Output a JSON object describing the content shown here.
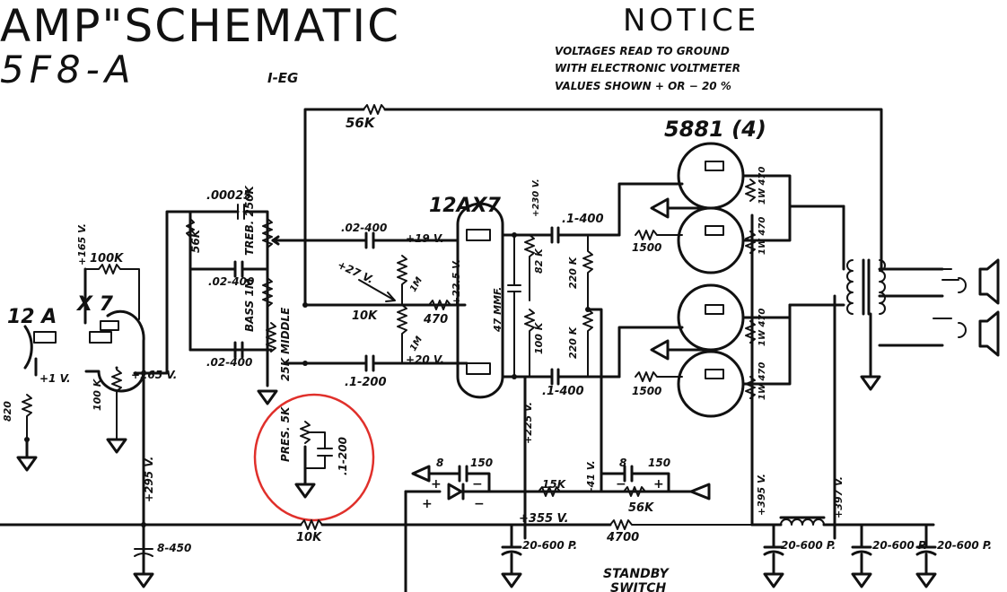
{
  "title": {
    "line1": "AMP\"SCHEMATIC",
    "line2": "5F8-A",
    "code": "I-EG"
  },
  "notice": {
    "heading": "NOTICE",
    "lines": [
      "VOLTAGES READ TO GROUND",
      "WITH ELECTRONIC VOLTMETER",
      "VALUES SHOWN + OR − 20 %"
    ]
  },
  "tubes": {
    "preamp": "12AX7",
    "phase_inverter": "12AX7",
    "power": "5881 (4)"
  },
  "labels": {
    "r_feedback": "56K",
    "c_treble": ".00025",
    "r_56k_tone": "56K",
    "pot_treble": "TREB. 250K",
    "c_02_400_mid": ".02-400",
    "pot_bass": "BASS 1M",
    "c_02_400_low": ".02-400",
    "pot_middle": "25K MIDDLE",
    "c_02_400_top": ".02-400",
    "v_19": "+19 V.",
    "v_27": "+27 V.",
    "r_10k_mid": "10K",
    "r_470": "470",
    "r_1m_a": "1M",
    "r_1m_b": "1M",
    "v_225": "+22.5 V.",
    "c_47mmf": "47 MMF.",
    "c_1_200": ".1-200",
    "v_20": "+20 V.",
    "r_82k": "82 K",
    "r_100k_a": "100 K",
    "v_230": "+230 V.",
    "c_1_400_a": ".1-400",
    "c_1_400_b": ".1-400",
    "r_220k_a": "220 K",
    "r_220k_b": "220 K",
    "r_1500_a": "1500",
    "r_1500_b": "1500",
    "r_1w_470_a": "1W 470",
    "r_1w_470_b": "1W 470",
    "r_1w_470_c": "1W 470",
    "r_1w_470_d": "1W 470",
    "v_165": "+165 V.",
    "r_100k_plate": "100K",
    "r_100k_load": "100 K",
    "v_1": "+1 V.",
    "r_820": "820",
    "v_295": "+295 V.",
    "c_8_450": "8-450",
    "pres_label": "PRES. 5K",
    "c_pres": ".1-200",
    "r_10k_bot": "10K",
    "v_225b": "+225 V.",
    "v_41": "-41 V.",
    "c_8_150_a": "8",
    "c_8_150_a2": "150",
    "c_8_150_b": "8",
    "c_8_150_b2": "150",
    "r_15k": "15K",
    "r_56k_bias": "56K",
    "v_355": "+355 V.",
    "r_4700": "4700",
    "c_20_600_a": "20-600 P.",
    "c_20_600_b": "20-600 P.",
    "c_20_600_c": "20-600 P.",
    "c_20_600_d": "20-600 P.",
    "v_395": "+395 V.",
    "v_397": "+397 V.",
    "v_165_top": "+165 V.",
    "standby": "STANDBY",
    "switch": "SWITCH",
    "plus_a": "+",
    "minus_a": "−",
    "plus_b": "+",
    "minus_b": "−",
    "plus_c": "+",
    "minus_c": "−"
  },
  "annotation": {
    "color": "#e0302b",
    "note": "Presence control circled"
  }
}
